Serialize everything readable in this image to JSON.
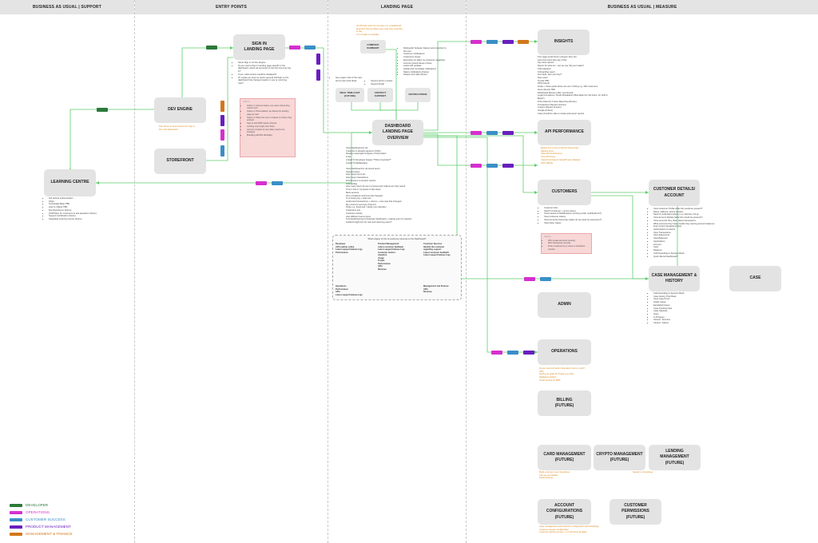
{
  "colors": {
    "developer": "#2b7a3b",
    "operations": "#d62fcf",
    "customer_success": "#3a8fc7",
    "product_management": "#6a1ebf",
    "management_finance": "#d4761c",
    "connector": "#5ece6b"
  },
  "bands": {
    "support": "BUSINESS AS USUAL | SUPPORT",
    "entry": "ENTRY POINTS",
    "landing": "LANDING PAGE",
    "measure": "BUSINESS AS USUAL | MEASURE"
  },
  "boxes": {
    "learning_centre": "LEARNING CENTRE",
    "dev_engine": "DEV ENGINE",
    "storefront": "STOREFRONT",
    "sign_in": "SIGN IN\nLANDING PAGE",
    "dashboard": "DASHBOARD\nLANDING PAGE\nOVERVIEW",
    "insights": "INSIGHTS",
    "api_performance": "API PERFORMANCE",
    "customers": "CUSTOMERS",
    "customer_details": "CUSTOMER DETAILS/\nACCOUNT",
    "case_management": "CASE MANAGEMENT &\nHISTORY",
    "case": "CASE",
    "admin": "ADMIN",
    "operations": "OPERATIONS",
    "billing": "BILLING\n(FUTURE)",
    "card_management": "CARD MANAGEMENT\n(FUTURE)",
    "crypto_management": "CRYPTO MANAGEMENT\n(FUTURE)",
    "lending_management": "LENDING\nMANAGEMENT\n(FUTURE)",
    "account_configurations": "ACCOUNT\nCONFIGURATIONS\n(FUTURE)",
    "customer_permissions": "CUSTOMER\nPERMISSIONS\n(FUTURE)"
  },
  "small_boxes": {
    "company_summary": "COMPANY\nSUMMARY",
    "realtime_chart": "REAL TIME CHAT\n(FUTURE)",
    "contact_support": "CONTACT\nSUPPORT",
    "notifications": "NOTIFICATIONS"
  },
  "notes": {
    "learning_centre": [
      "Not behind authentication",
      "FAQs",
      "Knowledge Base TBD",
      "How to Videos TBD",
      "Dev Experience (future)",
      "FOR Place for customers to ask questions (future)",
      "Support Certification (future)",
      "Integrated Learning Centre (future)"
    ],
    "dev_engine_orange": "Dev will at no point access the Sign In\nfrom the Dashboard",
    "sign_in": [
      "Same Sign In as Dev Engine",
      "Do we need a Sign In landing page specific to the dashboard, where all personas hit the first time they log in?",
      "If yes, what content would be displayed?",
      "Or maybe we have an option general info/help on the dashboard that changes based on new or returning user?"
    ],
    "sign_in_pink_header": "Options",
    "sign_in_pink": [
      "Option 1: Account status, are users where they need to be?",
      "Option 2: Personalised, we determine landing page as well",
      "Option 3: Place the user on based on where they entered",
      "Sign in with FAB require choices",
      "Landing only single user flows",
      "Account creation & new, likely need to be changed",
      "Branding with BG WebAlley"
    ],
    "landing_orange": "All FIN that users do not want e.g. a dashboard approach that provides every task they need day to day\nIs it a single or separate",
    "company_summary": [
      "Distinguish between feature sets important to the user",
      "Customer notifications",
      "Customers issues",
      "Executive sm effect my customer negatively",
      "Account closed issues of face",
      "Latest API updates",
      "Global and immediate notifications",
      "Status notifications (future)",
      "Subject and calls (future)"
    ],
    "realtime_chart": [
      "See engine chat of the view and to start chat Ideas"
    ],
    "contact_support": [
      "Support phone number",
      "Support Email"
    ],
    "dashboard": [
      "View Dashboard for all",
      "Customer is already signed in (SSO)",
      "Display meaningful snippets of information",
      "Links",
      "Linked To Developer Engine **More Important**",
      "Linked To Marketplace",
      "",
      "View Dashboard for all (Good semi)",
      "Opened cases",
      "How many hours etc",
      "How many transactions",
      "Performance of product metrics",
      "Onboarding",
      "How many users do we in process and collects are they saved",
      "Time it has in compares to last week",
      "Bank account",
      "Sum of balance and how that changed",
      "% of chang ing + total sum",
      "credit card transactions + volume + how was that changed",
      "My recurrent summary (future?)",
      "Pulse e.g. fraud and / needs your attention",
      "Customers ops",
      "Customer activity",
      "How different teams types",
      "Tool dashboard and productive dashboard + making sure it's relevant",
      "Guided Insight info for new and returning users?"
    ],
    "question_header": "What snippet of info is useful per persona on the Dashboard?",
    "q_developer": "Developer\nAPIs uptime online\nLatest support/release logs\nPerformance",
    "q_product": "Product Management\nLatest customer feedback\nLatest support/release logs\nCustomer metrics\nAdoption\nUsage\nTrends\nPerformance\nAPIs\nRevenue",
    "q_customer_success": "Customer Success\nIdentify the customer\nregarding support\nLatest customer feedback\nLatest support/release logs",
    "q_operations": "Operations\nPerformance\nAPIs\nLatest support/release logs",
    "q_management": "Management and Finance\nAPIs\nRevenue",
    "insights": [
      "This page would show a deeper dive into:",
      "Lacs lost report aka use of this",
      "Key bank reports",
      "Report for what sm - are we use *all your trades*",
      "TDD Adoption",
      "Onboarding report",
      "Get trade, who use they?",
      "New users",
      "Trends TBD",
      "KPIs (future)",
      "Goals + these goals where are we in hitting e.g. 200 customers",
      "Items directly TBD",
      "Dashboard Metrics (often mentioned)",
      "Legal Compliance Trends Breakdown (Bernalden for the future, for stuff & Bugs?)",
      "Drive Data (for Future Reporting (Future)",
      "Transactions Reports (Future)",
      "Custom Reports (Future)",
      "Google (Future)",
      "Case should be able to create and export reports"
    ],
    "api_orange": "Maybe this is sort of Monitor Reporting?\nHighest-level\nView API Performance\nView API Perks\nView Performance Notes/Privacy Related\nSoft Infiltrate",
    "customers": [
      "Customer lists",
      "Search Customer + (count users)",
      "View Inactive & Modifications (Arriving under modifications?)",
      "View Customer History",
      "View Accounts (Summary status do we need by customers?)",
      "View Open Cases"
    ],
    "customers_pink_header": "Options",
    "customers_pink": [
      "Who create accounts recently",
      "Who had issues recently",
      "Find a customer by a name or shutdown number"
    ],
    "customer_details": [
      "View Customer Profile what info would we present?",
      "Name, address, phone number...",
      "Need to understand where in a customer roll-up",
      "View Account Details (what info would we present?)",
      "View accounts they have, latest transactions",
      "What accounts they have, beside they owning account balances",
      "Find current transactions lists",
      "Authorisation Contacts",
      "View Transactions",
      "View Statements",
      "View Balances",
      "Applications",
      "Account",
      "Card",
      "Reasons",
      "Call forwarding to Sponsor Bank",
      "Quick filtered dashboard?"
    ],
    "case_management": [
      "Call forwarding to Sponsor Bank",
      "Case History Prior Back",
      "View Case Priorz",
      "Guide Cases",
      "Escalated Cases",
      "Case Pending Note",
      "Case Statuses",
      "Open",
      "In Progress",
      "Closed - Success",
      "Closed - Failure"
    ],
    "operations_orange": "Do we need a Product Operations tool or a tab?\nKPIs\nSetting up goals for Triage Log View\nHighlight Location\nSmart access for BDP",
    "card_orange": "Build a Future Know Operations\nCan we see Details\nFraud (Future)",
    "crypto_orange": "Needs for all settings",
    "account_orange": "Case management and Customer configuration admin/settings\nCustomer access configuration\nCustomer identity access + 1.0 still being all tasks"
  },
  "legend": [
    {
      "label": "DEVELOPER",
      "color": "#2b7a3b"
    },
    {
      "label": "OPERATIONS",
      "color": "#d62fcf"
    },
    {
      "label": "CUSTOMER SUCCESS",
      "color": "#3a8fc7"
    },
    {
      "label": "PRODUCT MANAGEMENT",
      "color": "#6a1ebf"
    },
    {
      "label": "MANAGEMENT & FINANCE",
      "color": "#d4761c"
    }
  ]
}
